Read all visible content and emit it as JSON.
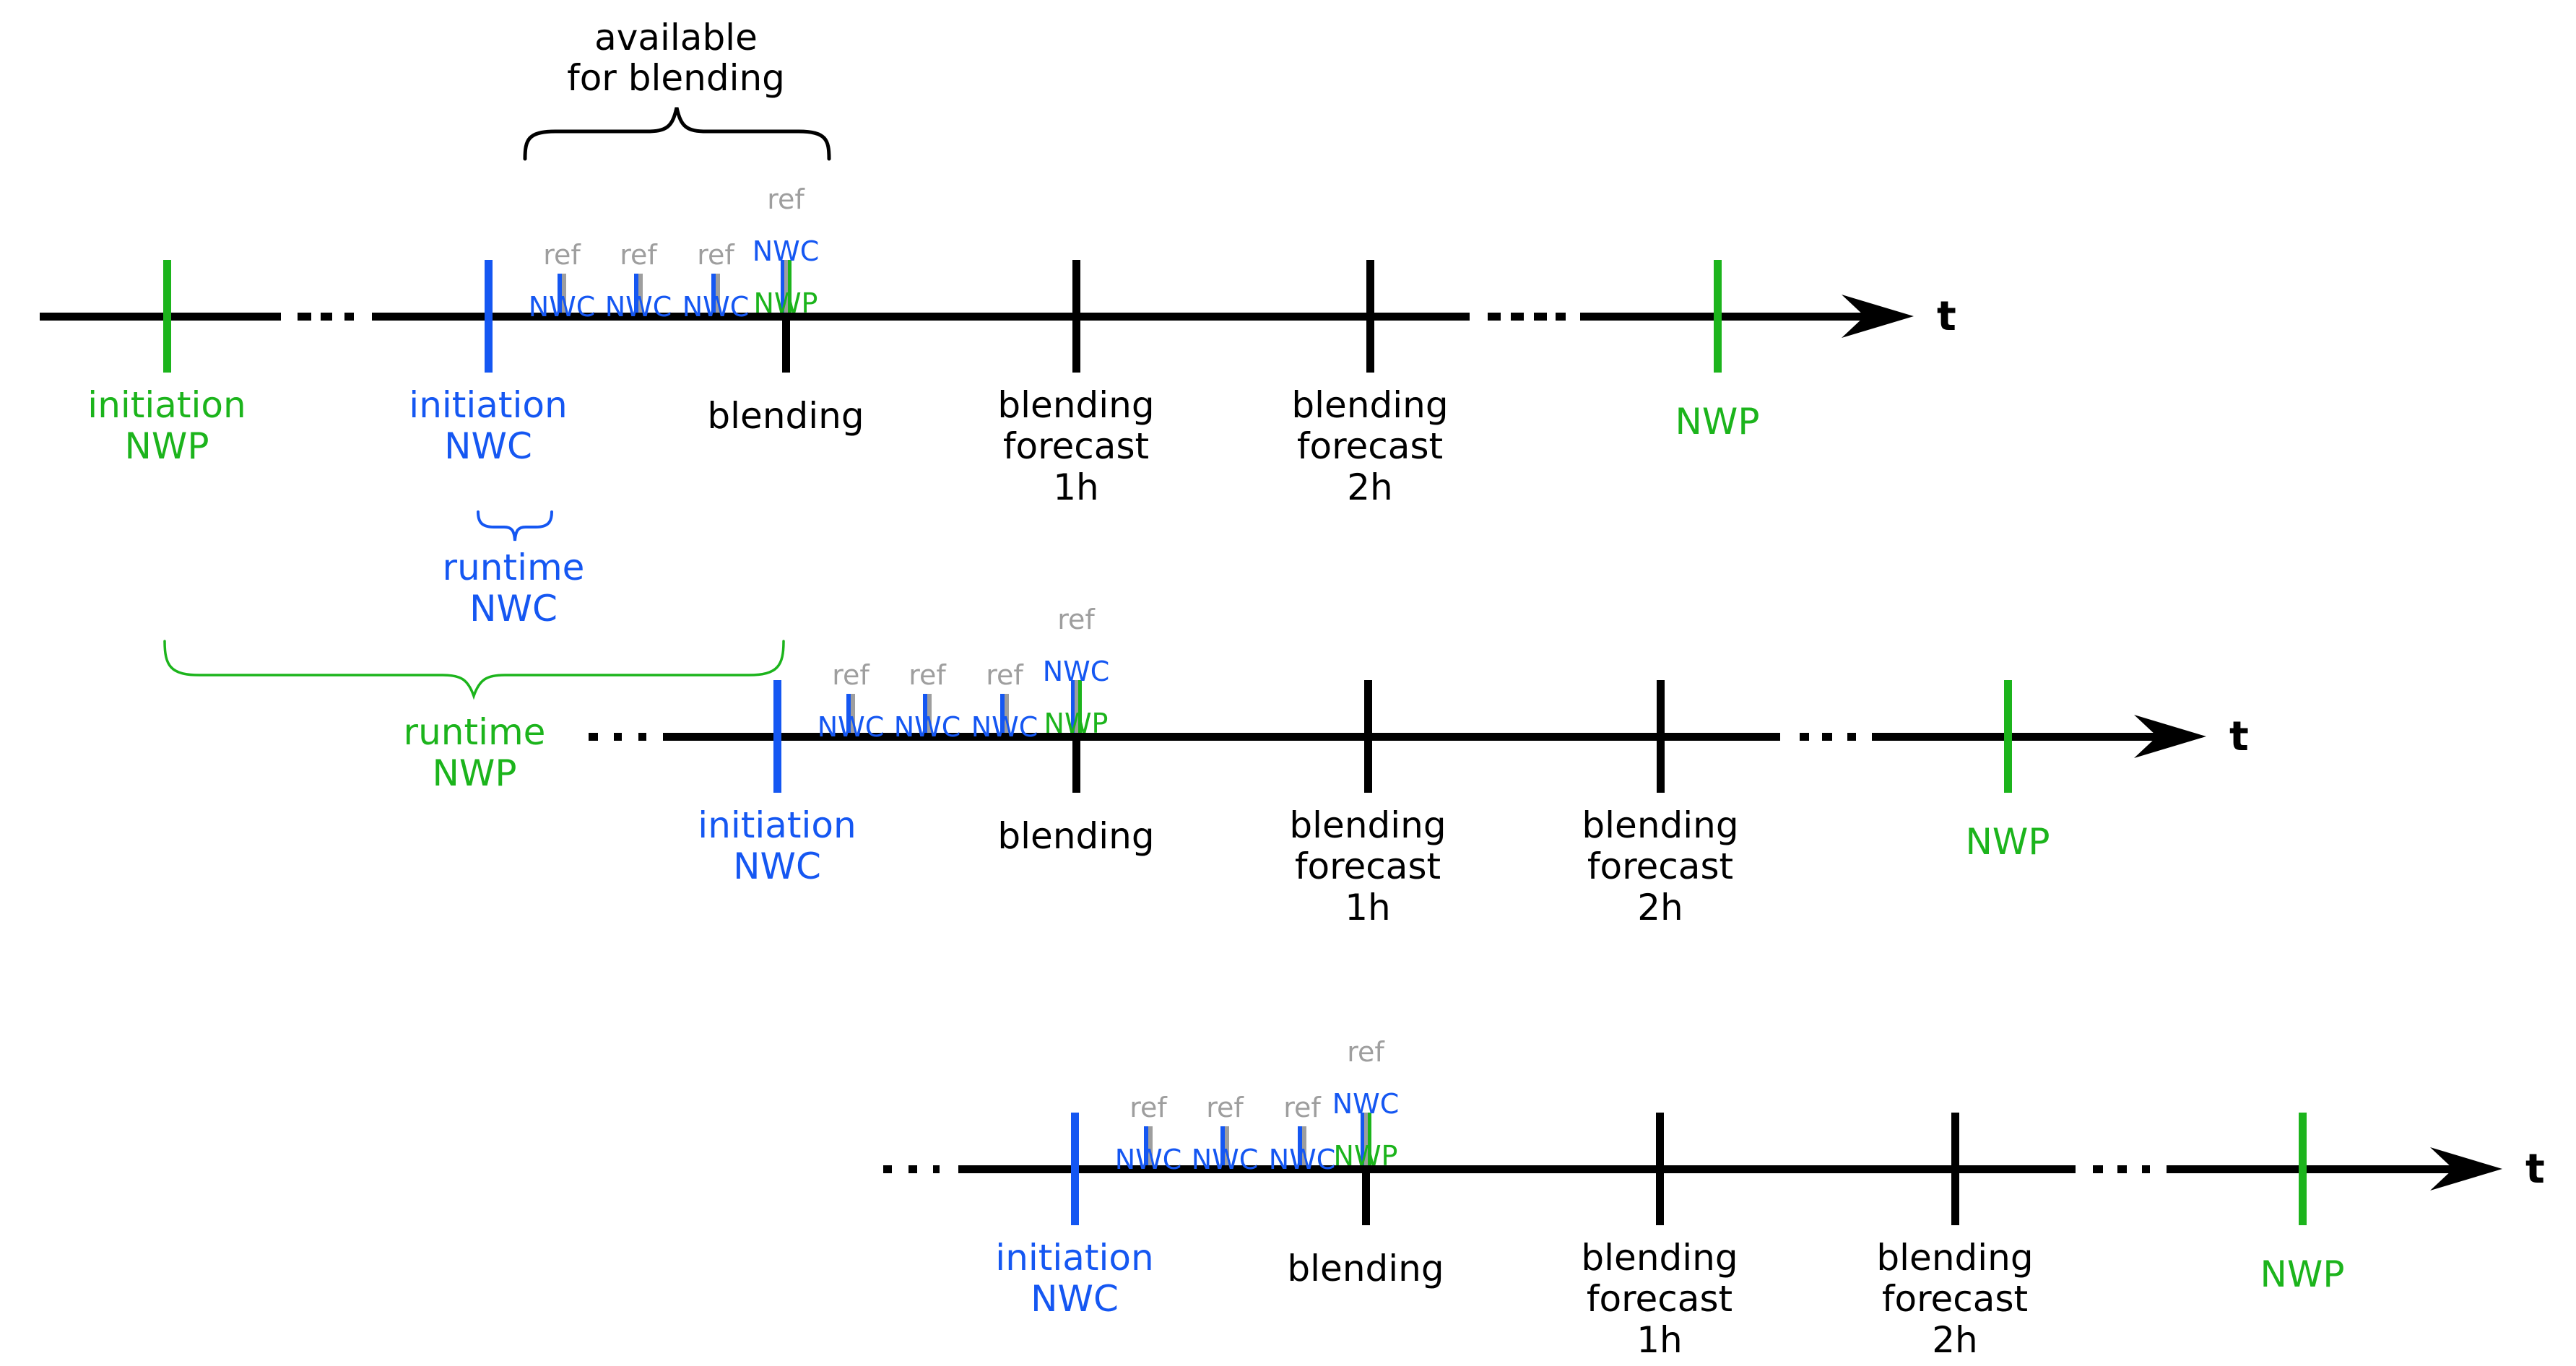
{
  "colors": {
    "background": "#ffffff",
    "axis_black": "#000000",
    "nwc_blue": "#1557f2",
    "nwp_green": "#1cb41c",
    "ref_gray": "#9e9e9e"
  },
  "annotations": {
    "available_for_blending": "available\nfor blending",
    "runtime_nwc": "runtime\nNWC",
    "runtime_nwp": "runtime\nNWP"
  },
  "axis": {
    "t_label": "t"
  },
  "tick_labels": {
    "initiation_nwp": "initiation\nNWP",
    "initiation_nwc": "initiation\nNWC",
    "blending": "blending",
    "blending_forecast_1h": "blending\nforecast\n1h",
    "blending_forecast_2h": "blending\nforecast\n2h",
    "nwp": "NWP"
  },
  "small_tick_labels": {
    "ref": "ref",
    "nwc": "NWC",
    "nwp": "NWP"
  },
  "timelines": [
    {
      "name": "cycle-1",
      "ticks": [
        "initiation NWP",
        "initiation NWC",
        "ref NWC",
        "ref NWC",
        "ref NWC",
        "blending (ref NWC NWP)",
        "blending forecast 1h",
        "blending forecast 2h",
        "NWP"
      ]
    },
    {
      "name": "cycle-2",
      "ticks": [
        "initiation NWC",
        "ref NWC",
        "ref NWC",
        "ref NWC",
        "blending (ref NWC NWP)",
        "blending forecast 1h",
        "blending forecast 2h",
        "NWP"
      ]
    },
    {
      "name": "cycle-3",
      "ticks": [
        "initiation NWC",
        "ref NWC",
        "ref NWC",
        "ref NWC",
        "blending (ref NWC NWP)",
        "blending forecast 1h",
        "blending forecast 2h",
        "NWP"
      ]
    }
  ]
}
